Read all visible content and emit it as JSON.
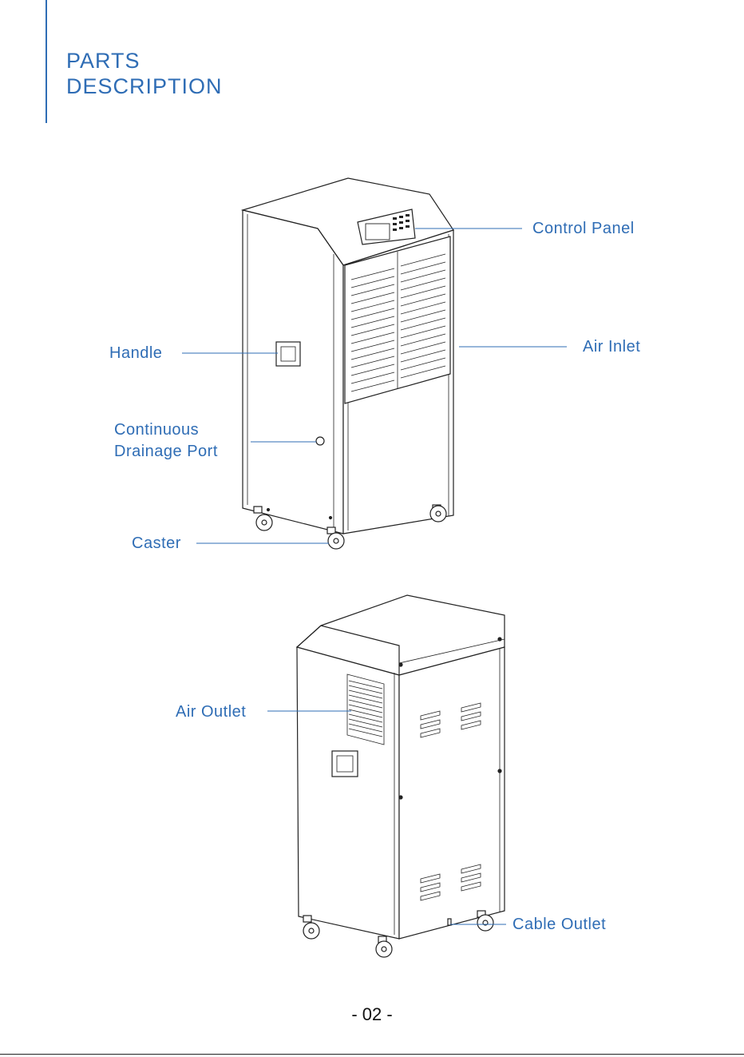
{
  "title": {
    "line1": "PARTS",
    "line2": "DESCRIPTION"
  },
  "labels": {
    "control_panel": "Control Panel",
    "air_inlet": "Air Inlet",
    "handle": "Handle",
    "drainage_line1": "Continuous",
    "drainage_line2": "Drainage Port",
    "caster": "Caster",
    "air_outlet": "Air Outlet",
    "cable_outlet": "Cable Outlet"
  },
  "page_number": "- 02 -",
  "colors": {
    "accent": "#2f6db5",
    "line_art": "#222222",
    "leader": "#2f6db5"
  }
}
